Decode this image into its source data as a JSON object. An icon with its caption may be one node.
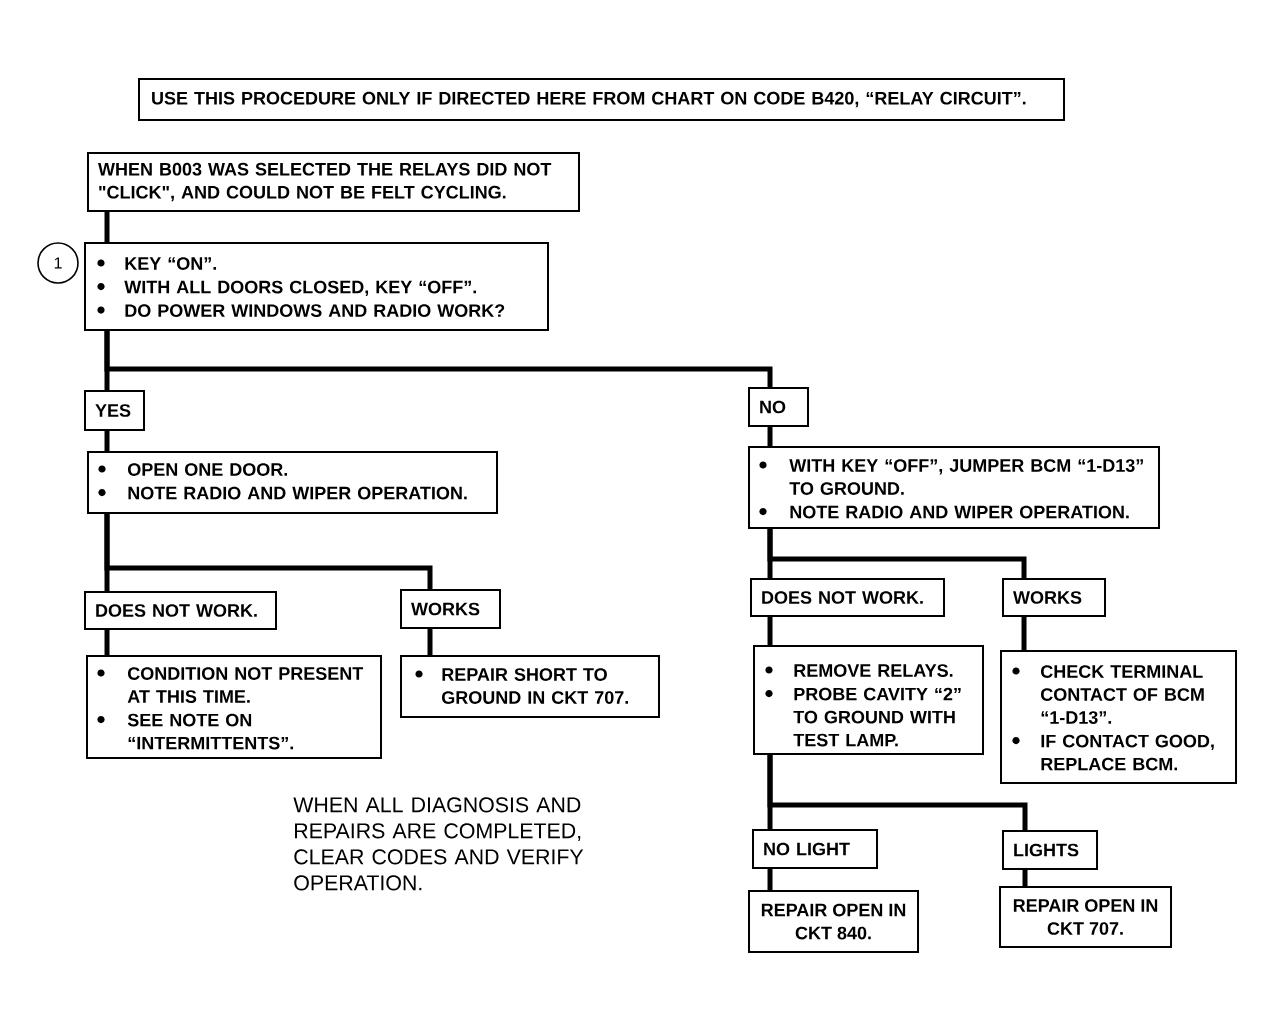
{
  "diagram": {
    "nodes": [
      {
        "text": [
          "USE THIS PROCEDURE ONLY IF DIRECTED HERE FROM CHART ON CODE B420, “RELAY CIRCUIT”."
        ]
      },
      {
        "text": [
          "WHEN B003 WAS SELECTED THE RELAYS DID NOT \"CLICK\", AND COULD NOT BE FELT CYCLING."
        ]
      },
      {
        "text": [
          "1"
        ]
      },
      {
        "text": [
          "KEY “ON”.",
          "WITH ALL DOORS CLOSED, KEY “OFF”.",
          "DO POWER WINDOWS AND RADIO WORK?"
        ]
      },
      {
        "text": [
          "YES"
        ]
      },
      {
        "text": [
          "OPEN ONE DOOR.",
          "NOTE RADIO AND WIPER OPERATION."
        ]
      },
      {
        "text": [
          "DOES NOT WORK."
        ]
      },
      {
        "text": [
          "WORKS"
        ]
      },
      {
        "text": [
          "CONDITION NOT PRESENT AT THIS TIME.",
          "SEE NOTE ON “INTERMITTENTS”."
        ]
      },
      {
        "text": [
          "REPAIR SHORT TO GROUND IN CKT 707."
        ]
      },
      {
        "text": [
          "NO"
        ]
      },
      {
        "text": [
          "WITH KEY “OFF”, JUMPER BCM “1-D13” TO GROUND.",
          "NOTE RADIO AND WIPER OPERATION."
        ]
      },
      {
        "text": [
          "DOES NOT WORK."
        ]
      },
      {
        "text": [
          "WORKS"
        ]
      },
      {
        "text": [
          "REMOVE RELAYS.",
          "PROBE CAVITY “2” TO GROUND WITH TEST LAMP."
        ]
      },
      {
        "text": [
          "CHECK TERMINAL CONTACT OF BCM “1-D13”.",
          "IF CONTACT GOOD, REPLACE BCM."
        ]
      },
      {
        "text": [
          "NO LIGHT"
        ]
      },
      {
        "text": [
          "LIGHTS"
        ]
      },
      {
        "text": [
          "REPAIR OPEN IN CKT 840."
        ]
      },
      {
        "text": [
          "REPAIR OPEN IN CKT 707."
        ]
      }
    ],
    "edges": [
      {
        "from": 1,
        "to": 3,
        "arrow": "none"
      },
      {
        "from": 3,
        "to": 4,
        "arrow": "none"
      },
      {
        "from": 3,
        "to": 10,
        "arrow": "none"
      },
      {
        "from": 4,
        "to": 5,
        "arrow": "none"
      },
      {
        "from": 5,
        "to": 6,
        "arrow": "none"
      },
      {
        "from": 5,
        "to": 7,
        "arrow": "none"
      },
      {
        "from": 6,
        "to": 8,
        "arrow": "none"
      },
      {
        "from": 7,
        "to": 9,
        "arrow": "none"
      },
      {
        "from": 10,
        "to": 11,
        "arrow": "none"
      },
      {
        "from": 11,
        "to": 12,
        "arrow": "none"
      },
      {
        "from": 11,
        "to": 13,
        "arrow": "none"
      },
      {
        "from": 12,
        "to": 14,
        "arrow": "none"
      },
      {
        "from": 13,
        "to": 15,
        "arrow": "none"
      },
      {
        "from": 14,
        "to": 16,
        "arrow": "none"
      },
      {
        "from": 14,
        "to": 17,
        "arrow": "none"
      },
      {
        "from": 16,
        "to": 18,
        "arrow": "none"
      },
      {
        "from": 17,
        "to": 19,
        "arrow": "none"
      }
    ],
    "labels": [
      "WHEN ALL DIAGNOSIS AND REPAIRS ARE COMPLETED, CLEAR CODES AND VERIFY OPERATION."
    ]
  }
}
